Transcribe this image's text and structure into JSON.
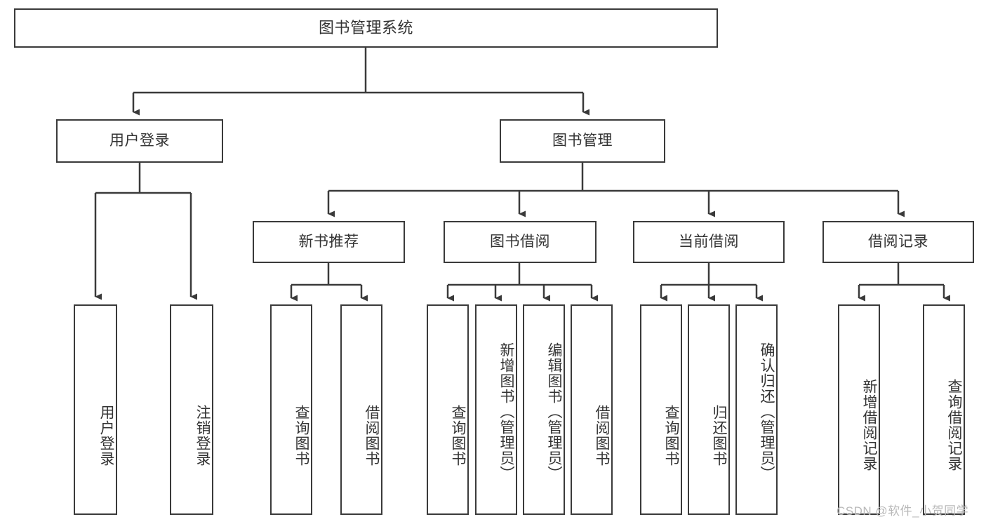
{
  "diagram": {
    "type": "tree-hierarchy",
    "title": "图书管理系统",
    "root": {
      "id": "root",
      "label": "图书管理系统"
    },
    "level2": [
      {
        "id": "user-login",
        "label": "用户登录"
      },
      {
        "id": "book-manage",
        "label": "图书管理"
      }
    ],
    "level3": [
      {
        "id": "new-book-recommend",
        "label": "新书推荐",
        "parent": "book-manage"
      },
      {
        "id": "book-borrow",
        "label": "图书借阅",
        "parent": "book-manage"
      },
      {
        "id": "current-borrow",
        "label": "当前借阅",
        "parent": "book-manage"
      },
      {
        "id": "borrow-record",
        "label": "借阅记录",
        "parent": "book-manage"
      }
    ],
    "leaves": [
      {
        "id": "leaf-user-login",
        "label": "用户登录",
        "parent": "user-login"
      },
      {
        "id": "leaf-logout-login",
        "label": "注销登录",
        "parent": "user-login"
      },
      {
        "id": "leaf-query-book-1",
        "label": "查询图书",
        "parent": "new-book-recommend"
      },
      {
        "id": "leaf-borrow-book-1",
        "label": "借阅图书",
        "parent": "new-book-recommend"
      },
      {
        "id": "leaf-query-book-2",
        "label": "查询图书",
        "parent": "book-borrow"
      },
      {
        "id": "leaf-add-book",
        "label": "新增图书（管理员）",
        "parent": "book-borrow"
      },
      {
        "id": "leaf-edit-book",
        "label": "编辑图书（管理员）",
        "parent": "book-borrow"
      },
      {
        "id": "leaf-borrow-book-2",
        "label": "借阅图书",
        "parent": "book-borrow"
      },
      {
        "id": "leaf-query-book-3",
        "label": "查询图书",
        "parent": "current-borrow"
      },
      {
        "id": "leaf-return-book",
        "label": "归还图书",
        "parent": "current-borrow"
      },
      {
        "id": "leaf-confirm-return",
        "label": "确认归还（管理员）",
        "parent": "current-borrow"
      },
      {
        "id": "leaf-add-record",
        "label": "新增借阅记录",
        "parent": "borrow-record"
      },
      {
        "id": "leaf-query-record",
        "label": "查询借阅记录",
        "parent": "borrow-record"
      }
    ],
    "watermark": "CSDN @软件_小贺同学",
    "colors": {
      "stroke": "#3a3a3a",
      "background": "#ffffff",
      "text": "#333333",
      "watermark": "#b9b9b9"
    }
  }
}
